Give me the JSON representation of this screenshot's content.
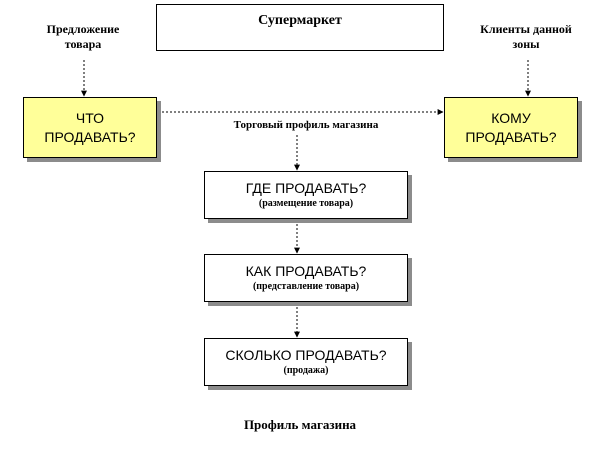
{
  "top": {
    "title": "Супермаркет"
  },
  "notes": {
    "left": [
      "Предложение",
      "товара"
    ],
    "right": [
      "Клиенты данной",
      "зоны"
    ],
    "profile": "Торговый профиль  магазина"
  },
  "side_boxes": {
    "left": [
      "ЧТО",
      "ПРОДАВАТЬ?"
    ],
    "right": [
      "КОМУ",
      "ПРОДАВАТЬ?"
    ]
  },
  "steps": [
    {
      "main": "ГДЕ ПРОДАВАТЬ?",
      "sub": "(размещение товара)"
    },
    {
      "main": "КАК ПРОДАВАТЬ?",
      "sub": "(представление  товара)"
    },
    {
      "main": "СКОЛЬКО ПРОДАВАТЬ?",
      "sub": "(продажа)"
    }
  ],
  "caption": "Профиль магазина",
  "colors": {
    "highlight_fill": "#ffff99",
    "shadow": "#8c8c8c",
    "line": "#000000"
  }
}
